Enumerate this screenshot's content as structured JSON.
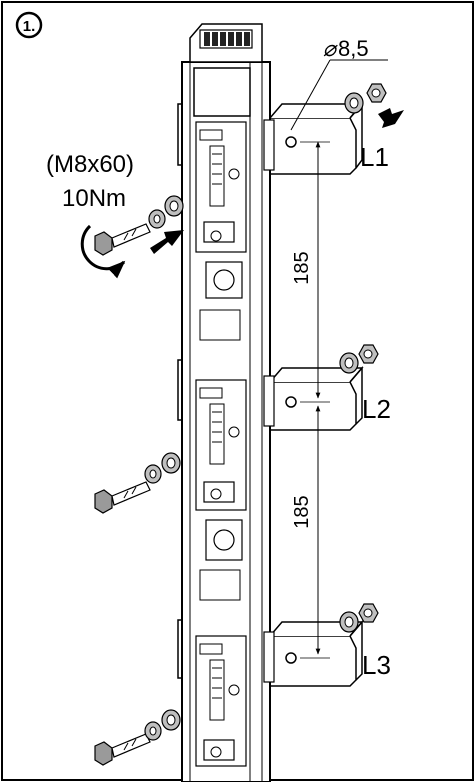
{
  "step": {
    "number": "1."
  },
  "bolt_spec": {
    "size": "(M8x60)",
    "torque": "10Nm"
  },
  "hole": {
    "diameter": "8,5",
    "diameter_symbol": "⌀"
  },
  "dimensions": {
    "spacing_upper": "185",
    "spacing_lower": "185"
  },
  "busbars": [
    {
      "label": "L1"
    },
    {
      "label": "L2"
    },
    {
      "label": "L3"
    }
  ],
  "colors": {
    "line": "#000000",
    "part_fill": "#ffffff",
    "washer_fill": "#bfbfbf",
    "bolt_fill": "#9a9a9a"
  },
  "icons": [
    "step-badge-icon",
    "arrow-icon",
    "rotation-arrow-icon",
    "washer-icon",
    "nut-icon",
    "bolt-icon"
  ]
}
